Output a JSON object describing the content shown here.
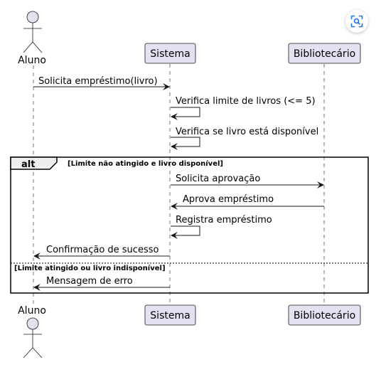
{
  "participants": {
    "aluno": "Aluno",
    "sistema": "Sistema",
    "bibliotecario": "Bibliotecário"
  },
  "messages": [
    "Solicita empréstimo(livro)",
    "Verifica limite de livros (<= 5)",
    "Verifica se livro está disponível",
    "Solicita aprovação",
    "Aprova empréstimo",
    "Registra empréstimo",
    "Confirmação de sucesso",
    "Mensagem de erro"
  ],
  "alt_fragment": {
    "keyword": "alt",
    "guard_1": "[Limite não atingido e livro disponível]",
    "guard_2": "[Limite atingido ou livro indisponível]"
  },
  "colors": {
    "participant_fill": "#e2e2f0",
    "participant_stroke": "#181818",
    "scan_icon": "#1a73e8"
  },
  "icons": {
    "scan_button": "scan-icon"
  }
}
